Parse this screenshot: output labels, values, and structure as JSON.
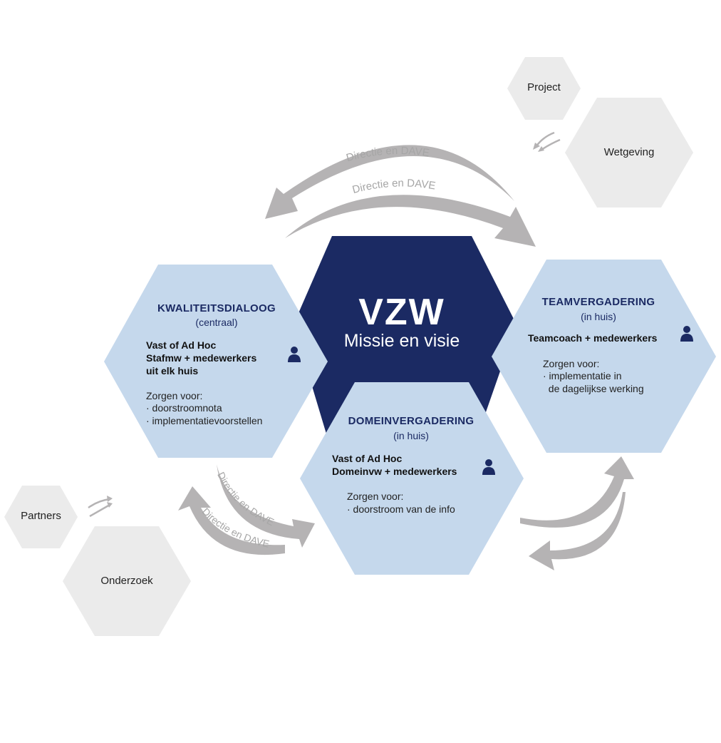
{
  "center": {
    "title": "VZW",
    "subtitle": "Missie en visie"
  },
  "kwaliteit": {
    "title": "KWALITEITSDIALOOG",
    "subtitle": "(centraal)",
    "who": [
      "Vast of Ad Hoc",
      "Stafmw + medewerkers",
      "uit elk huis"
    ],
    "tasks": [
      "Zorgen voor:",
      "· doorstroomnota",
      "· implementatievoorstellen"
    ]
  },
  "team": {
    "title": "TEAMVERGADERING",
    "subtitle": "(in huis)",
    "who": [
      "Teamcoach + medewerkers"
    ],
    "tasks": [
      "Zorgen voor:",
      "· implementatie in",
      "  de dagelijkse werking"
    ]
  },
  "domein": {
    "title": "DOMEINVERGADERING",
    "subtitle": "(in huis)",
    "who": [
      "Vast of Ad Hoc",
      "Domeinvw + medewerkers"
    ],
    "tasks": [
      "Zorgen voor:",
      "· doorstroom van de info"
    ]
  },
  "external": {
    "project": "Project",
    "wetgeving": "Wetgeving",
    "partners": "Partners",
    "onderzoek": "Onderzoek"
  },
  "arrow_labels": {
    "top_outer": "Directie en DAVE",
    "top_inner": "Directie en DAVE",
    "left_upper": "Directie en DAVE",
    "left_lower": "Directie en DAVE"
  },
  "colors": {
    "navy": "#1b2a63",
    "light_blue": "#c5d8ec",
    "gray_hex": "#ebebeb",
    "arrow_gray": "#b5b3b4",
    "label_gray": "#a6a6a6"
  },
  "icons": {
    "person": "person-icon"
  }
}
